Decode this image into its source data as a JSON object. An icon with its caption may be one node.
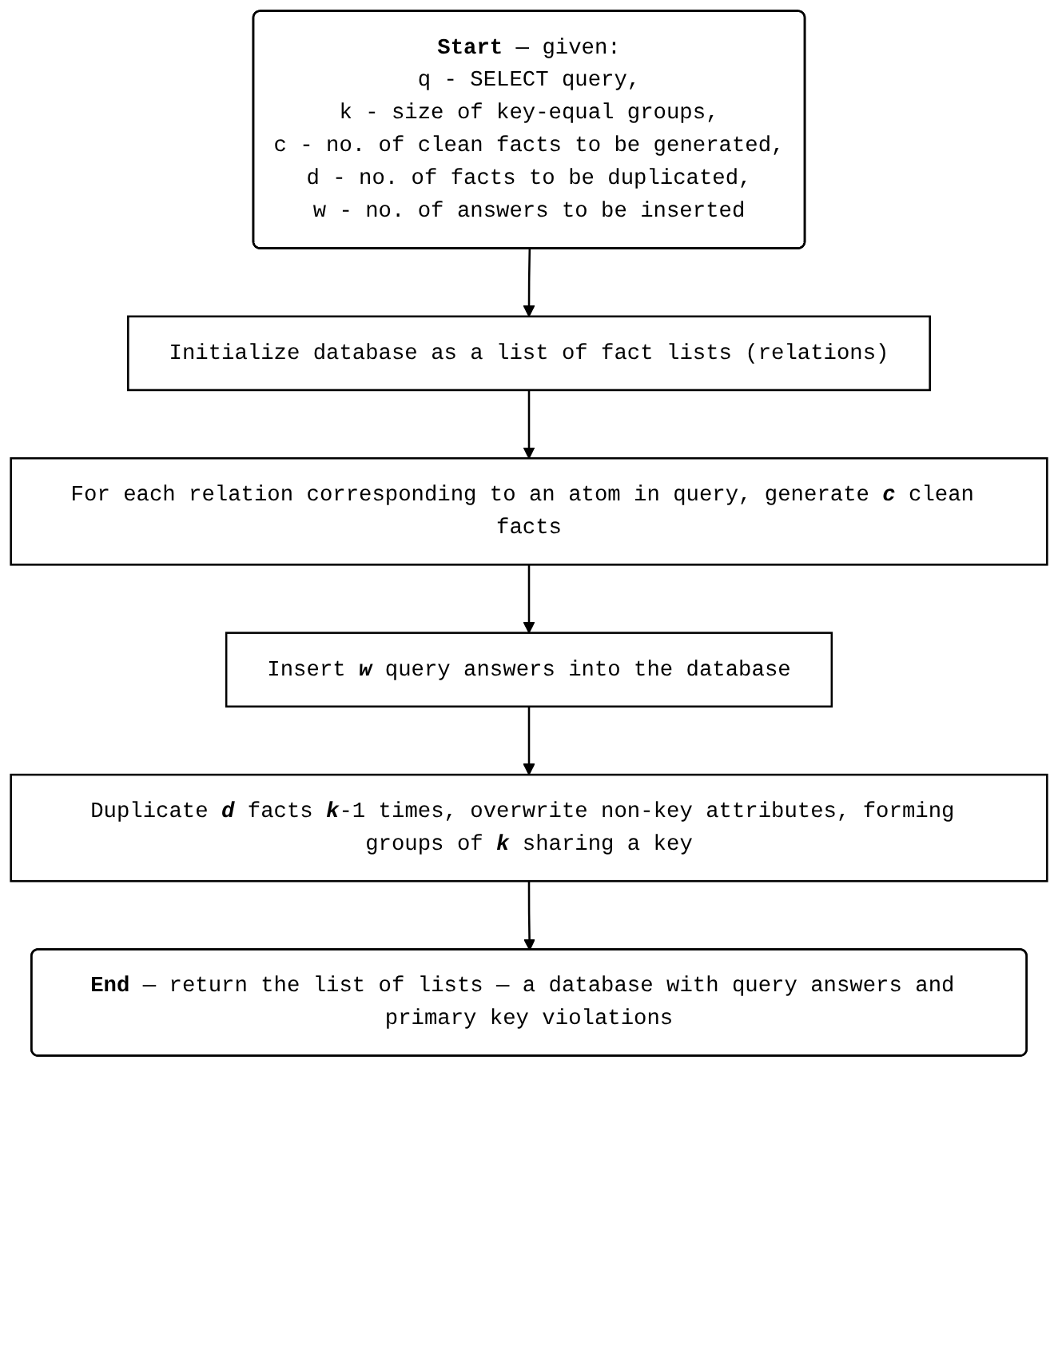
{
  "diagram": {
    "nodes": [
      {
        "text": [
          "**Start** — given:",
          "q - SELECT query,",
          "k - size of key-equal groups,",
          "c - no. of clean facts to be generated,",
          "d - no. of facts to be duplicated,",
          "w - no. of answers to be inserted"
        ]
      },
      {
        "text": [
          "Initialize database as a list of fact lists (relations)"
        ]
      },
      {
        "text": [
          "For each relation corresponding to an atom in query, generate *c* clean facts"
        ]
      },
      {
        "text": [
          "Insert *w* query answers into the database"
        ]
      },
      {
        "text": [
          "Duplicate *d* facts *k*-1 times, overwrite non-key attributes, forming groups of *k* sharing a key"
        ]
      },
      {
        "text": [
          "**End** — return the list of lists — a database with query answers and primary key violations"
        ]
      }
    ],
    "edges": [
      {
        "from": 0,
        "to": 1,
        "arrow": "to"
      },
      {
        "from": 1,
        "to": 2,
        "arrow": "to"
      },
      {
        "from": 2,
        "to": 3,
        "arrow": "to"
      },
      {
        "from": 3,
        "to": 4,
        "arrow": "to"
      },
      {
        "from": 4,
        "to": 5,
        "arrow": "to"
      }
    ]
  }
}
